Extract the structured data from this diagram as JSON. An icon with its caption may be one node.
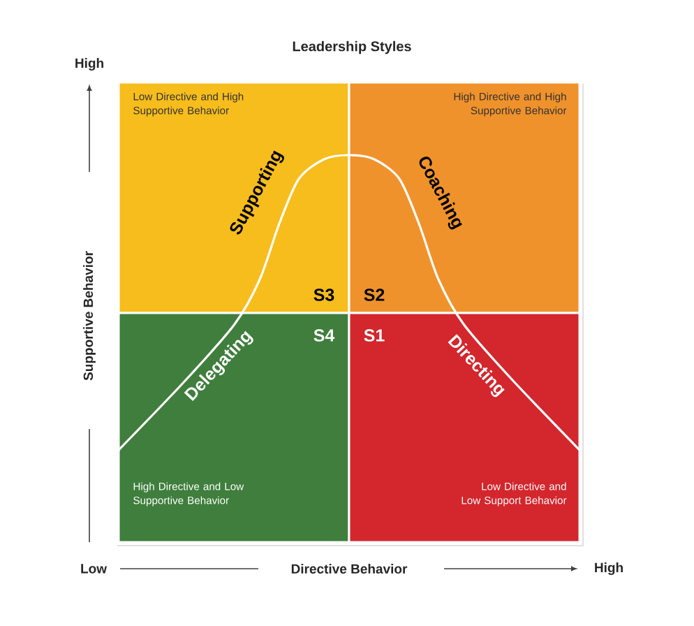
{
  "diagram": {
    "title": "Leadership Styles",
    "nodes": [
      {
        "text": [
          "Low Directive and High Supportive Behavior",
          "Supporting",
          "S3"
        ]
      },
      {
        "text": [
          "High Directive and High Supportive Behavior",
          "Coaching",
          "S2"
        ]
      },
      {
        "text": [
          "High Directive and Low Supportive Behavior",
          "Delegating",
          "S4"
        ]
      },
      {
        "text": [
          "Low Directive and Low Support Behavior",
          "Directing",
          "S1"
        ]
      }
    ],
    "edges": [],
    "labels": [
      "High",
      "Supportive Behavior",
      "Low",
      "Directive Behavior",
      "High"
    ]
  }
}
